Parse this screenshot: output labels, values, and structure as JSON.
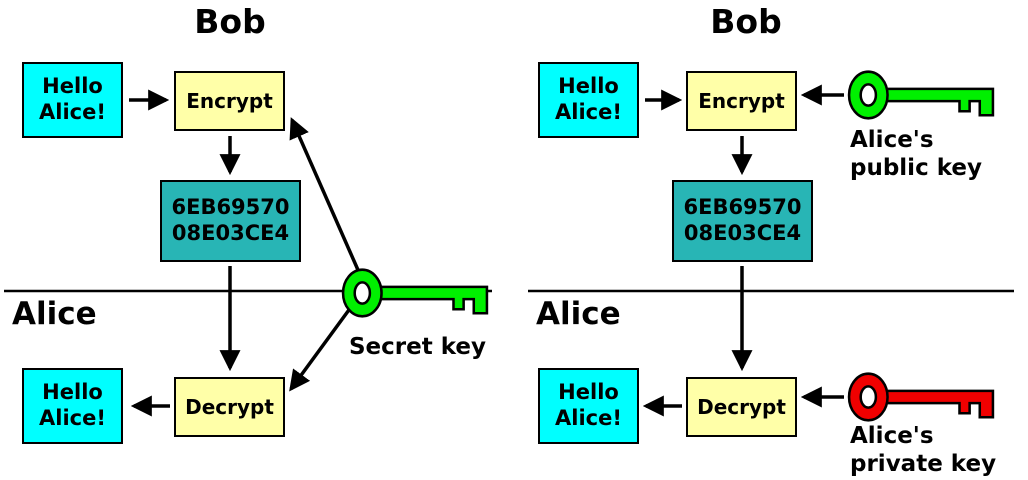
{
  "left_panel": {
    "title": "Bob",
    "receiver": "Alice",
    "plaintext": {
      "line1": "Hello",
      "line2": "Alice!"
    },
    "encrypt_label": "Encrypt",
    "ciphertext": {
      "line1": "6EB69570",
      "line2": "08E03CE4"
    },
    "decrypt_label": "Decrypt",
    "output": {
      "line1": "Hello",
      "line2": "Alice!"
    },
    "key": {
      "color": "#00f000",
      "label": "Secret key"
    }
  },
  "right_panel": {
    "title": "Bob",
    "receiver": "Alice",
    "plaintext": {
      "line1": "Hello",
      "line2": "Alice!"
    },
    "encrypt_label": "Encrypt",
    "ciphertext": {
      "line1": "6EB69570",
      "line2": "08E03CE4"
    },
    "decrypt_label": "Decrypt",
    "output": {
      "line1": "Hello",
      "line2": "Alice!"
    },
    "public_key": {
      "color": "#00f000",
      "label_line1": "Alice's",
      "label_line2": "public key"
    },
    "private_key": {
      "color": "#f00000",
      "label_line1": "Alice's",
      "label_line2": "private key"
    }
  },
  "colors": {
    "plaintext_box": "#00ffff",
    "process_box": "#ffffa8",
    "ciphertext_box": "#28b5b5",
    "arrow": "#000000"
  }
}
